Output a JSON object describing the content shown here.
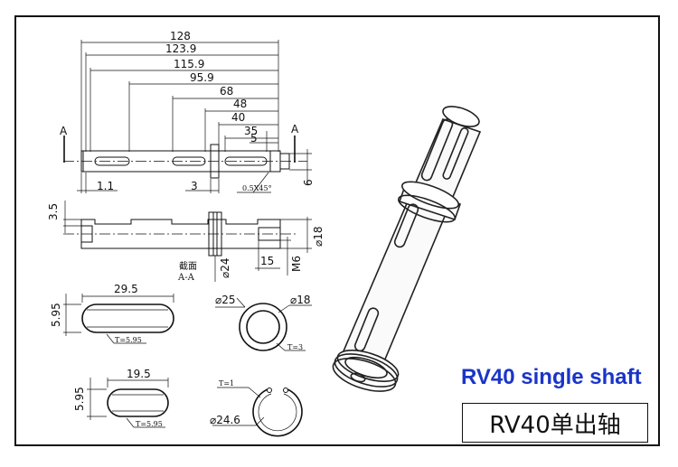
{
  "caption": "RV40 single shaft",
  "title_block": "RV40单出轴",
  "colors": {
    "caption": "#1a35c8",
    "line": "#111111"
  },
  "dims": {
    "d128": "128",
    "d1239": "123.9",
    "d1159": "115.9",
    "d959": "95.9",
    "d68": "68",
    "d48": "48",
    "d40": "40",
    "d35": "35",
    "d5": "5",
    "d11": "1.1",
    "d3": "3",
    "chamfer": "0.5X45°",
    "d6": "6",
    "d35b": "3.5",
    "dia18": "⌀18",
    "m6": "M6",
    "d15": "15",
    "dia24": "⌀24",
    "key1_len": "29.5",
    "key1_w": "5.95",
    "key1_t": "T=5.95",
    "key2_len": "19.5",
    "key2_w": "5.95",
    "key2_t": "T=5.95",
    "ring_od": "⌀25",
    "ring_id": "⌀18",
    "ring_t": "T=3",
    "clip_t": "T=1",
    "clip_d": "⌀24.6"
  },
  "labels": {
    "section_a_left": "A",
    "section_a_right": "A",
    "section_name": "截面",
    "section_id": "A-A"
  }
}
